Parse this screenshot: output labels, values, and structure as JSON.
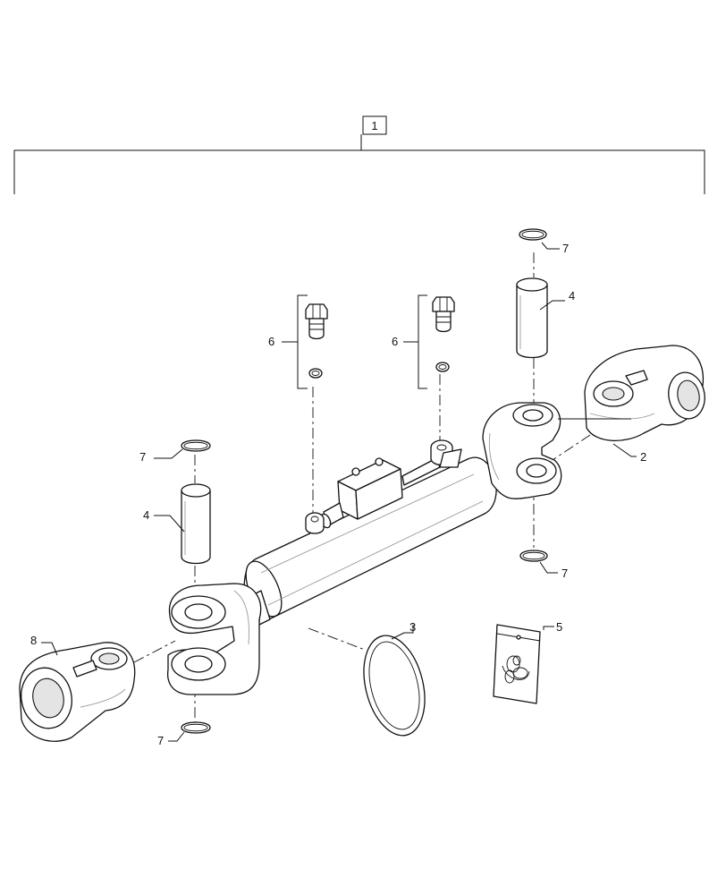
{
  "callouts": {
    "assembly": "1",
    "eye_right": "2",
    "seal_ring": "3",
    "pin_left": "4",
    "pin_right": "4",
    "seal_kit": "5",
    "fitting_left": "6",
    "fitting_right": "6",
    "snap_ring_top_left": "7",
    "snap_ring_top_right": "7",
    "snap_ring_bottom_left": "7",
    "snap_ring_bottom_right": "7",
    "eye_left": "8"
  }
}
